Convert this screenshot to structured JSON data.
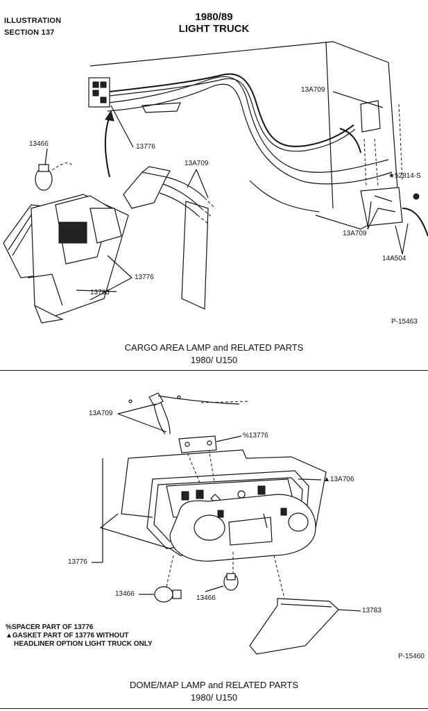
{
  "header": {
    "left_line1": "ILLUSTRATION",
    "left_line2": "SECTION 137",
    "center_line1": "1980/89",
    "center_line2": "LIGHT TRUCK"
  },
  "top_diagram": {
    "labels": {
      "l13A709_a": "13A709",
      "l13466": "13466",
      "l13776_a": "13776",
      "l13A709_b": "13A709",
      "l52814": "52814-S",
      "l13A709_c": "13A709",
      "l14A504": "14A504",
      "l13776_b": "13776",
      "l13783": "13783"
    },
    "pnum": "P-15463",
    "caption_line1": "CARGO AREA LAMP and RELATED PARTS",
    "caption_line2": "1980/ U150"
  },
  "bottom_diagram": {
    "labels": {
      "l13A709": "13A709",
      "l13776_spacer": "13776",
      "l13A706": "13A706",
      "l13776": "13776",
      "l13466_a": "13466",
      "l13466_b": "13466",
      "l13783": "13783"
    },
    "notes": {
      "line1": "SPACER PART OF 13776",
      "line2": "GASKET PART OF 13776 WITHOUT",
      "line3": "HEADLINER OPTION LIGHT TRUCK ONLY"
    },
    "pnum": "P-15460",
    "caption_line1": "DOME/MAP LAMP and RELATED PARTS",
    "caption_line2": "1980/ U150"
  },
  "symbols": {
    "percent": "%",
    "triangle": "▲",
    "star": "★"
  }
}
